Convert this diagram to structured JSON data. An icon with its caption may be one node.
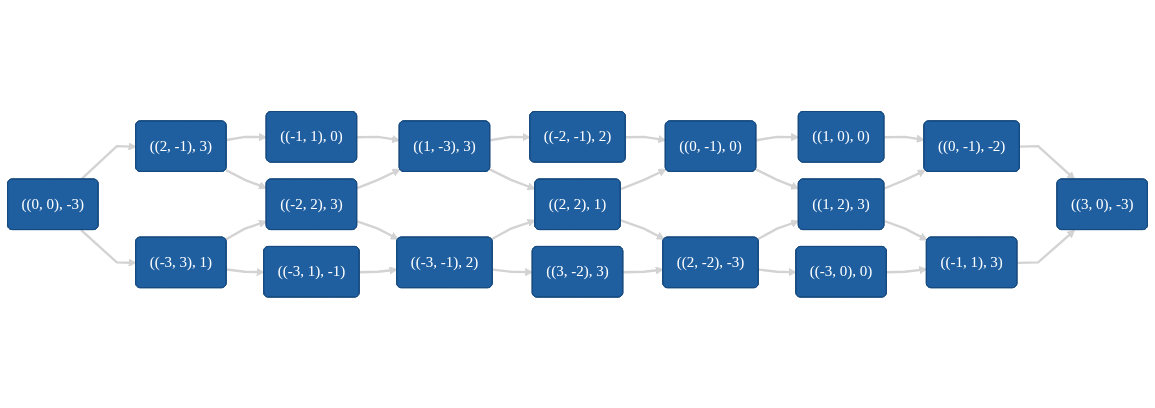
{
  "diagram": {
    "nodes": [
      {
        "text": [
          "((0, 0), -3)"
        ]
      },
      {
        "text": [
          "((2, -1), 3)"
        ]
      },
      {
        "text": [
          "((-3, 3), 1)"
        ]
      },
      {
        "text": [
          "((-1, 1), 0)"
        ]
      },
      {
        "text": [
          "((-2, 2), 3)"
        ]
      },
      {
        "text": [
          "((-3, 1), -1)"
        ]
      },
      {
        "text": [
          "((1, -3), 3)"
        ]
      },
      {
        "text": [
          "((-3, -1), 2)"
        ]
      },
      {
        "text": [
          "((-2, -1), 2)"
        ]
      },
      {
        "text": [
          "((2, 2), 1)"
        ]
      },
      {
        "text": [
          "((3, -2), 3)"
        ]
      },
      {
        "text": [
          "((0, -1), 0)"
        ]
      },
      {
        "text": [
          "((2, -2), -3)"
        ]
      },
      {
        "text": [
          "((1, 0), 0)"
        ]
      },
      {
        "text": [
          "((1, 2), 3)"
        ]
      },
      {
        "text": [
          "((-3, 0), 0)"
        ]
      },
      {
        "text": [
          "((0, -1), -2)"
        ]
      },
      {
        "text": [
          "((-1, 1), 3)"
        ]
      },
      {
        "text": [
          "((3, 0), -3)"
        ]
      }
    ],
    "edges": [
      {
        "from": 0,
        "to": 1,
        "arrow": "to"
      },
      {
        "from": 0,
        "to": 2,
        "arrow": "to"
      },
      {
        "from": 1,
        "to": 3,
        "arrow": "to"
      },
      {
        "from": 1,
        "to": 4,
        "arrow": "to"
      },
      {
        "from": 2,
        "to": 4,
        "arrow": "to"
      },
      {
        "from": 2,
        "to": 5,
        "arrow": "to"
      },
      {
        "from": 3,
        "to": 6,
        "arrow": "to"
      },
      {
        "from": 4,
        "to": 6,
        "arrow": "to"
      },
      {
        "from": 4,
        "to": 7,
        "arrow": "to"
      },
      {
        "from": 5,
        "to": 7,
        "arrow": "to"
      },
      {
        "from": 6,
        "to": 8,
        "arrow": "to"
      },
      {
        "from": 6,
        "to": 9,
        "arrow": "to"
      },
      {
        "from": 7,
        "to": 9,
        "arrow": "to"
      },
      {
        "from": 7,
        "to": 10,
        "arrow": "to"
      },
      {
        "from": 8,
        "to": 11,
        "arrow": "to"
      },
      {
        "from": 9,
        "to": 11,
        "arrow": "to"
      },
      {
        "from": 9,
        "to": 12,
        "arrow": "to"
      },
      {
        "from": 10,
        "to": 12,
        "arrow": "to"
      },
      {
        "from": 11,
        "to": 13,
        "arrow": "to"
      },
      {
        "from": 11,
        "to": 14,
        "arrow": "to"
      },
      {
        "from": 12,
        "to": 14,
        "arrow": "to"
      },
      {
        "from": 12,
        "to": 15,
        "arrow": "to"
      },
      {
        "from": 13,
        "to": 16,
        "arrow": "to"
      },
      {
        "from": 14,
        "to": 16,
        "arrow": "to"
      },
      {
        "from": 14,
        "to": 17,
        "arrow": "to"
      },
      {
        "from": 15,
        "to": 17,
        "arrow": "to"
      },
      {
        "from": 16,
        "to": 18,
        "arrow": "to"
      },
      {
        "from": 17,
        "to": 18,
        "arrow": "to"
      }
    ]
  }
}
